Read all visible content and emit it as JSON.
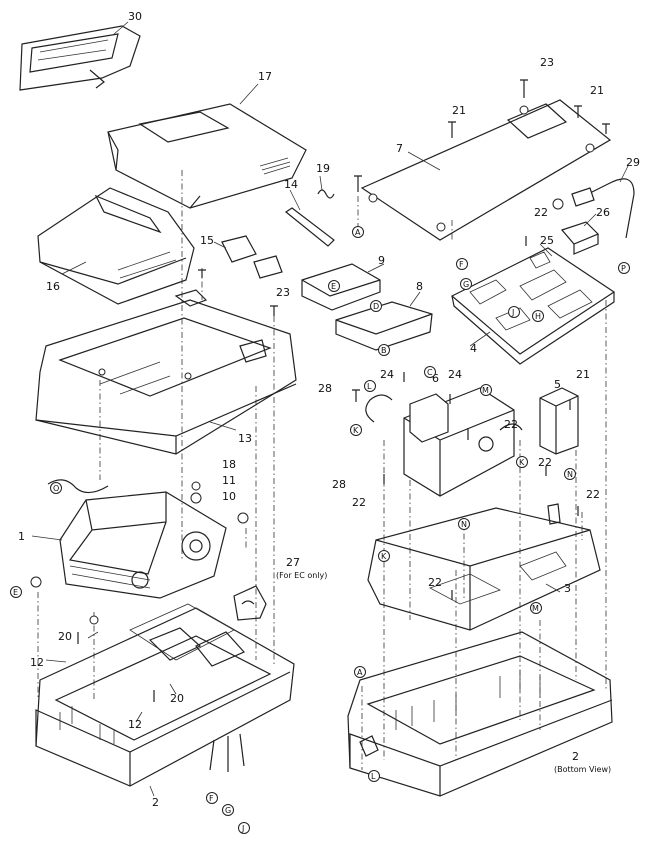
{
  "part_numbers": [
    {
      "id": "p30",
      "text": "30"
    },
    {
      "id": "p17",
      "text": "17"
    },
    {
      "id": "p16",
      "text": "16"
    },
    {
      "id": "p15",
      "text": "15"
    },
    {
      "id": "p19",
      "text": "19"
    },
    {
      "id": "p14",
      "text": "14"
    },
    {
      "id": "p23a",
      "text": "23"
    },
    {
      "id": "p13",
      "text": "13"
    },
    {
      "id": "p18",
      "text": "18"
    },
    {
      "id": "p11",
      "text": "11"
    },
    {
      "id": "p10",
      "text": "10"
    },
    {
      "id": "p1",
      "text": "1"
    },
    {
      "id": "p27",
      "text": "27"
    },
    {
      "id": "p20a",
      "text": "20"
    },
    {
      "id": "p12a",
      "text": "12"
    },
    {
      "id": "p12b",
      "text": "12"
    },
    {
      "id": "p20b",
      "text": "20"
    },
    {
      "id": "p2a",
      "text": "2"
    },
    {
      "id": "p23b",
      "text": "23"
    },
    {
      "id": "p21a",
      "text": "21"
    },
    {
      "id": "p21b",
      "text": "21"
    },
    {
      "id": "p7",
      "text": "7"
    },
    {
      "id": "p29",
      "text": "29"
    },
    {
      "id": "p22a",
      "text": "22"
    },
    {
      "id": "p26",
      "text": "26"
    },
    {
      "id": "p25",
      "text": "25"
    },
    {
      "id": "p9",
      "text": "9"
    },
    {
      "id": "p8",
      "text": "8"
    },
    {
      "id": "p4",
      "text": "4"
    },
    {
      "id": "p28a",
      "text": "28"
    },
    {
      "id": "p24a",
      "text": "24"
    },
    {
      "id": "p6",
      "text": "6"
    },
    {
      "id": "p24b",
      "text": "24"
    },
    {
      "id": "p22b",
      "text": "22"
    },
    {
      "id": "p5",
      "text": "5"
    },
    {
      "id": "p21c",
      "text": "21"
    },
    {
      "id": "p28b",
      "text": "28"
    },
    {
      "id": "p22c",
      "text": "22"
    },
    {
      "id": "p22d",
      "text": "22"
    },
    {
      "id": "p22e",
      "text": "22"
    },
    {
      "id": "p3",
      "text": "3"
    },
    {
      "id": "p22f",
      "text": "22"
    },
    {
      "id": "p2b",
      "text": "2"
    }
  ],
  "notes": {
    "for_ec_only": "(For EC only)",
    "bottom_view": "(Bottom View)"
  },
  "connector_labels": [
    {
      "id": "cA1",
      "text": "A"
    },
    {
      "id": "cP1",
      "text": "P"
    },
    {
      "id": "cF1",
      "text": "F"
    },
    {
      "id": "cG1",
      "text": "G"
    },
    {
      "id": "cE1",
      "text": "E"
    },
    {
      "id": "cD1",
      "text": "D"
    },
    {
      "id": "cB1",
      "text": "B"
    },
    {
      "id": "cC1",
      "text": "C"
    },
    {
      "id": "cL1",
      "text": "L"
    },
    {
      "id": "cK1",
      "text": "K"
    },
    {
      "id": "cM1",
      "text": "M"
    },
    {
      "id": "cH1",
      "text": "H"
    },
    {
      "id": "cJ1",
      "text": "J"
    },
    {
      "id": "cN1",
      "text": "N"
    },
    {
      "id": "cK2",
      "text": "K"
    },
    {
      "id": "cM2",
      "text": "M"
    },
    {
      "id": "cA2",
      "text": "A"
    },
    {
      "id": "cL2",
      "text": "L"
    },
    {
      "id": "cO1",
      "text": "O"
    },
    {
      "id": "cE2",
      "text": "E"
    },
    {
      "id": "cF2",
      "text": "F"
    },
    {
      "id": "cG2",
      "text": "G"
    },
    {
      "id": "cJ2",
      "text": "J"
    },
    {
      "id": "cK3",
      "text": "K"
    },
    {
      "id": "cN2",
      "text": "N"
    }
  ]
}
